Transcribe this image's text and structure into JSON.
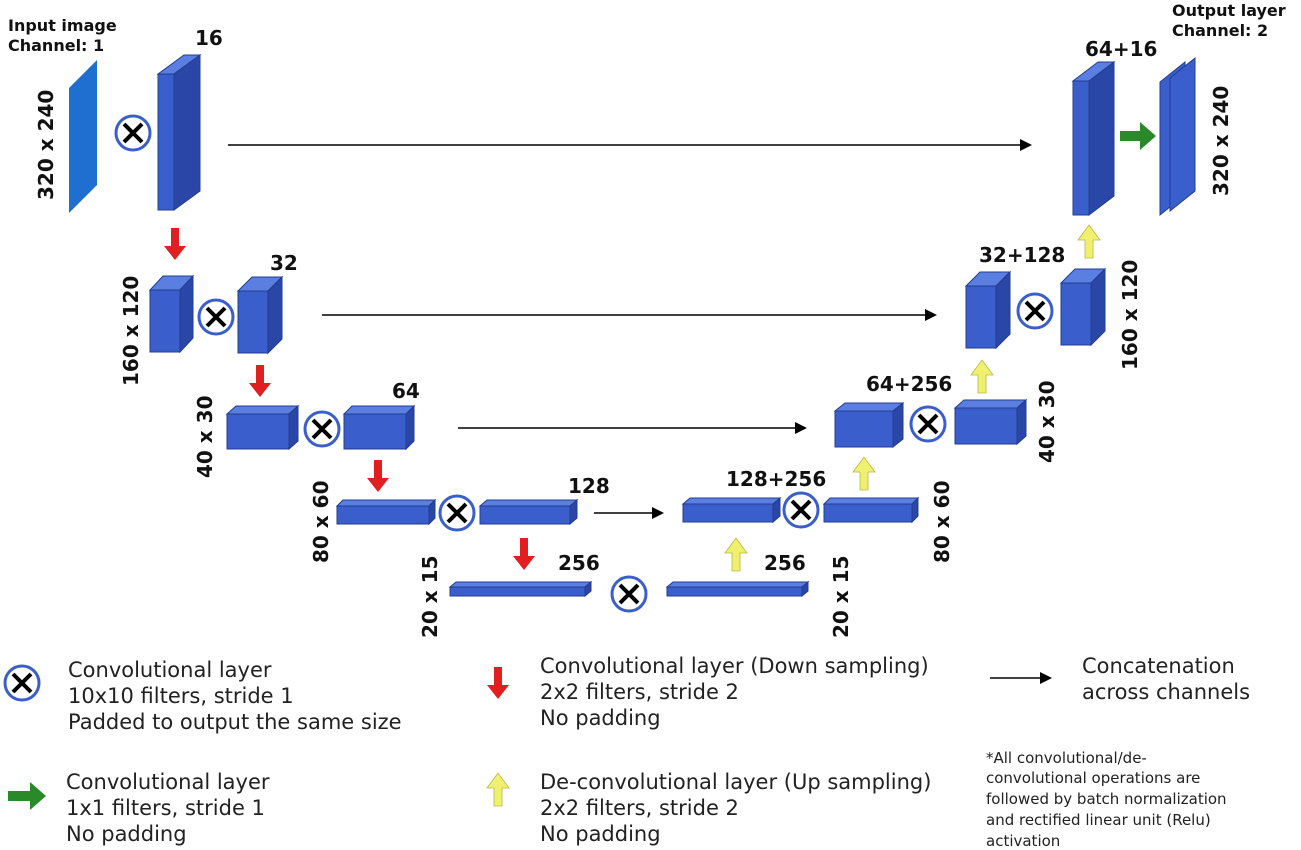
{
  "labels": {
    "input_title": "Input image",
    "input_channel": "Channel: 1",
    "output_title": "Output layer",
    "output_channel": "Channel: 2",
    "size_320x240_left": "320 x 240",
    "size_320x240_right": "320 x 240",
    "size_160x120_left": "160 x 120",
    "size_160x120_right": "160 x 120",
    "size_40x30_left": "40 x 30",
    "size_40x30_right": "40 x 30",
    "size_80x60_left": "80 x 60",
    "size_80x60_right": "80 x 60",
    "size_20x15_left": "20 x 15",
    "size_20x15_right": "20 x 15",
    "ch_16": "16",
    "ch_32": "32",
    "ch_64": "64",
    "ch_128": "128",
    "ch_256_left": "256",
    "ch_256_right": "256",
    "ch_128_256": "128+256",
    "ch_64_256": "64+256",
    "ch_32_128": "32+128",
    "ch_64_16": "64+16"
  },
  "legend": {
    "conv": [
      "Convolutional layer",
      "10x10 filters, stride 1",
      "Padded to output the same size"
    ],
    "down": [
      "Convolutional layer (Down sampling)",
      "2x2 filters, stride 2",
      "No padding"
    ],
    "concat": [
      "Concatenation",
      "across channels"
    ],
    "conv1x1": [
      "Convolutional layer",
      "1x1 filters, stride 1",
      "No padding"
    ],
    "up": [
      "De-convolutional layer (Up sampling)",
      "2x2 filters, stride 2",
      "No padding"
    ],
    "note": [
      "*All convolutional/de-",
      "convolutional operations are",
      "followed by batch normalization",
      "and rectified linear unit (Relu)",
      "activation"
    ]
  },
  "colors": {
    "block_front": "#3a5fcd",
    "block_side": "#2a47a8",
    "block_top": "#5a7fe0",
    "down_arrow": "#e02020",
    "up_arrow": "#f0f070",
    "conv1x1_arrow": "#2a8a2a",
    "conv_circle": "#3a5fcd"
  }
}
